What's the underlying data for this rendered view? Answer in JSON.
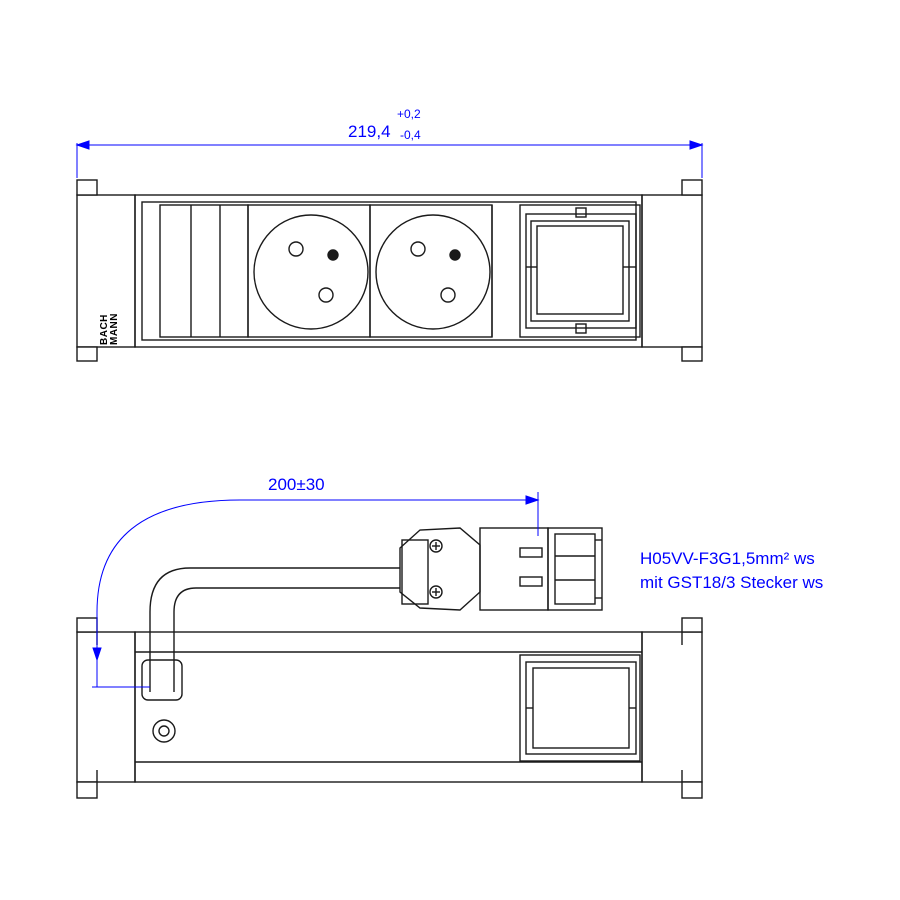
{
  "colors": {
    "ink": "#1a1a1a",
    "dimension": "#0000ff",
    "fill": "#ffffff"
  },
  "dimensions": {
    "overall_length": "219,4",
    "tolerance_upper": "+0,2",
    "tolerance_lower": "-0,4",
    "cable_length": "200±30"
  },
  "cable_spec": {
    "line1": "H05VV-F3G1,5mm² ws",
    "line2": "mit GST18/3  Stecker ws"
  },
  "brand": {
    "line1": "BACH",
    "line2": "MANN"
  }
}
